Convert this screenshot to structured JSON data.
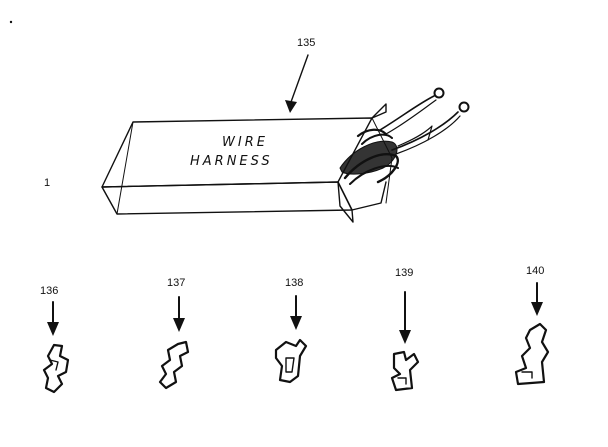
{
  "diagram": {
    "main_part": {
      "callout": "135",
      "label_line1": "WIRE",
      "label_line2": "HARNESS"
    },
    "small_parts": [
      {
        "callout": "136"
      },
      {
        "callout": "137"
      },
      {
        "callout": "138"
      },
      {
        "callout": "139"
      },
      {
        "callout": "140"
      }
    ],
    "stray_mark": "1",
    "colors": {
      "ink": "#111111",
      "background": "#ffffff"
    }
  }
}
